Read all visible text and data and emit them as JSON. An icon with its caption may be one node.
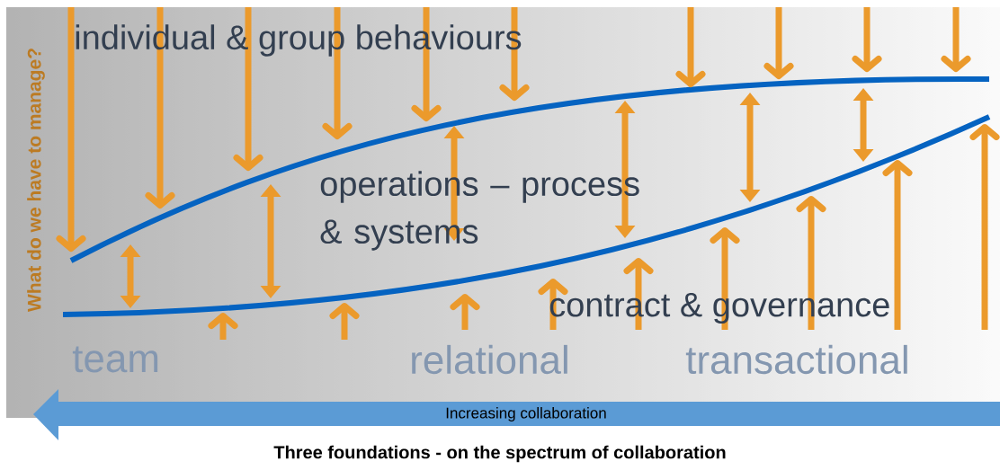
{
  "diagram": {
    "caption": "Three foundations - on the spectrum of collaboration",
    "nodes": [
      {
        "text": [
          "Increasing collaboration"
        ]
      }
    ],
    "labels": [
      "What do we have to manage?",
      "individual & group behaviours",
      "operations – process & systems",
      "contract & governance",
      "team",
      "relational",
      "transactional"
    ]
  }
}
